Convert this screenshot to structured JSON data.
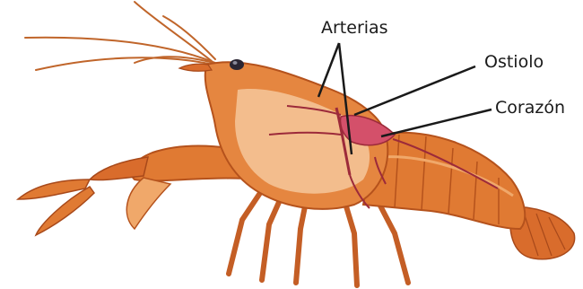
{
  "labels": {
    "arterias": "Arterias",
    "ostiolo": "Ostiolo",
    "corazon": "Corazón"
  },
  "colors": {
    "body": "#e07a33",
    "body_dark": "#b5521c",
    "body_light": "#f0a86a",
    "carapace_inner": "#f6c79b",
    "heart": "#d4506a",
    "artery": "#9c2a3a",
    "leader_line": "#1a1a1a"
  }
}
